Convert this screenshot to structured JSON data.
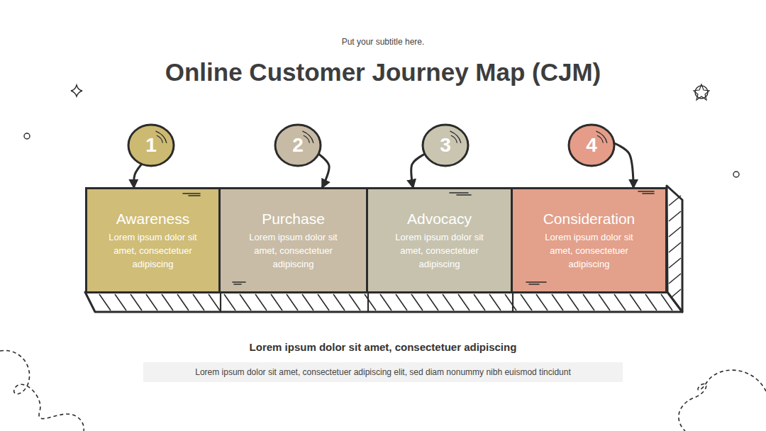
{
  "diagram": {
    "title": "Online Customer Journey Map (CJM)",
    "nodes": [
      {
        "text": [
          "1"
        ]
      },
      {
        "text": [
          "2"
        ]
      },
      {
        "text": [
          "3"
        ]
      },
      {
        "text": [
          "4"
        ]
      },
      {
        "text": [
          "Awareness",
          "Lorem ipsum dolor sit amet, consectetuer adipiscing"
        ]
      },
      {
        "text": [
          "Purchase",
          "Lorem ipsum dolor sit amet, consectetuer adipiscing"
        ]
      },
      {
        "text": [
          "Advocacy",
          "Lorem ipsum dolor sit amet, consectetuer adipiscing"
        ]
      },
      {
        "text": [
          "Consideration",
          "Lorem ipsum dolor sit amet, consectetuer adipiscing"
        ]
      },
      {
        "text": [
          "Lorem ipsum dolor sit amet, consectetuer adipiscing",
          "Lorem ipsum dolor sit amet, consectetuer adipiscing elit, sed diam nonummy nibh euismod tincidunt"
        ]
      }
    ],
    "edges": [
      {
        "from": 0,
        "to": 4,
        "arrow": "to"
      },
      {
        "from": 1,
        "to": 5,
        "arrow": "to"
      },
      {
        "from": 2,
        "to": 6,
        "arrow": "to"
      },
      {
        "from": 3,
        "to": 7,
        "arrow": "to"
      }
    ],
    "labels": [
      "Put your subtitle here."
    ]
  }
}
